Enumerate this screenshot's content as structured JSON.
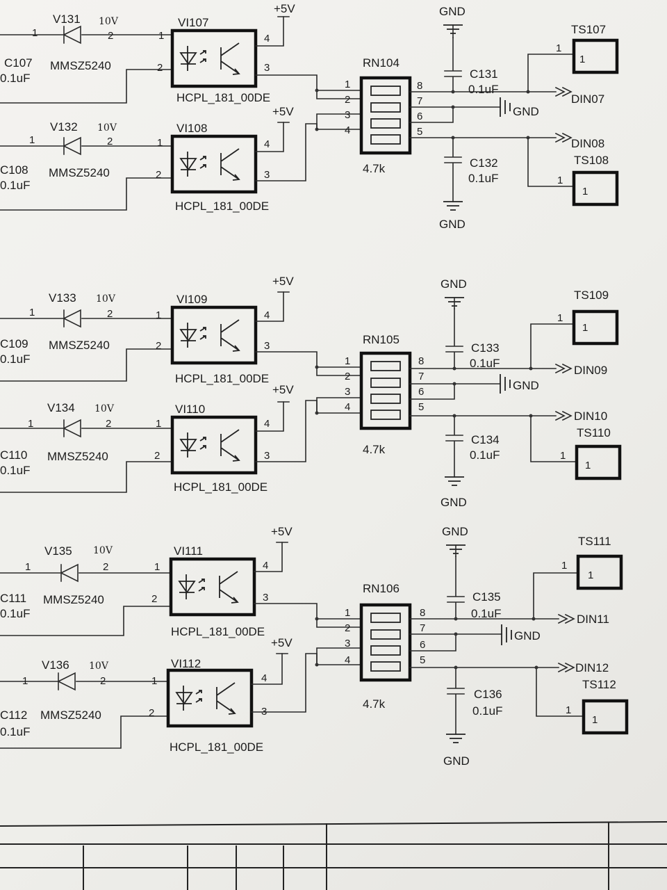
{
  "chart_data": null,
  "supply": "+5V",
  "ground": "GND",
  "channels": [
    {
      "zener": "V131",
      "zener_voltage": "10V",
      "zener_part": "MMSZ5240",
      "cap": "C107",
      "cap_value": "0.1uF",
      "opto": "VI107",
      "opto_part": "HCPL_181_00DE"
    },
    {
      "zener": "V132",
      "zener_voltage": "10V",
      "zener_part": "MMSZ5240",
      "cap": "C108",
      "cap_value": "0.1uF",
      "opto": "VI108",
      "opto_part": "HCPL_181_00DE"
    },
    {
      "zener": "V133",
      "zener_voltage": "10V",
      "zener_part": "MMSZ5240",
      "cap": "C109",
      "cap_value": "0.1uF",
      "opto": "VI109",
      "opto_part": "HCPL_181_00DE"
    },
    {
      "zener": "V134",
      "zener_voltage": "10V",
      "zener_part": "MMSZ5240",
      "cap": "C110",
      "cap_value": "0.1uF",
      "opto": "VI110",
      "opto_part": "HCPL_181_00DE"
    },
    {
      "zener": "V135",
      "zener_voltage": "10V",
      "zener_part": "MMSZ5240",
      "cap": "C111",
      "cap_value": "0.1uF",
      "opto": "VI111",
      "opto_part": "HCPL_181_00DE"
    },
    {
      "zener": "V136",
      "zener_voltage": "10V",
      "zener_part": "MMSZ5240",
      "cap": "C112",
      "cap_value": "0.1uF",
      "opto": "VI112",
      "opto_part": "HCPL_181_00DE"
    }
  ],
  "groups": [
    {
      "rn": "RN104",
      "rn_value": "4.7k",
      "cap_a": "C131",
      "cap_a_value": "0.1uF",
      "cap_b": "C132",
      "cap_b_value": "0.1uF",
      "ts_a": "TS107",
      "ts_b": "TS108",
      "din_a": "DIN07",
      "din_b": "DIN08",
      "ts_pin": "1"
    },
    {
      "rn": "RN105",
      "rn_value": "4.7k",
      "cap_a": "C133",
      "cap_a_value": "0.1uF",
      "cap_b": "C134",
      "cap_b_value": "0.1uF",
      "ts_a": "TS109",
      "ts_b": "TS110",
      "din_a": "DIN09",
      "din_b": "DIN10",
      "ts_pin": "1"
    },
    {
      "rn": "RN106",
      "rn_value": "4.7k",
      "cap_a": "C135",
      "cap_a_value": "0.1uF",
      "cap_b": "C136",
      "cap_b_value": "0.1uF",
      "ts_a": "TS111",
      "ts_b": "TS112",
      "din_a": "DIN11",
      "din_b": "DIN12",
      "ts_pin": "1"
    }
  ],
  "pins": {
    "p1": "1",
    "p2": "2",
    "p3": "3",
    "p4": "4",
    "p5": "5",
    "p6": "6",
    "p7": "7",
    "p8": "8"
  }
}
